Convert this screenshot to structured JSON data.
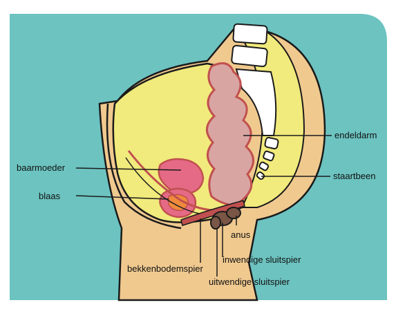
{
  "colors": {
    "background": "#6cc3c0",
    "skin": "#f0c98f",
    "fat": "#f1ea7c",
    "bone": "#ffffff",
    "intestine": "#d9a5a2",
    "organ_pink": "#e46a86",
    "muscle": "#c0504f",
    "anus": "#7a5646",
    "outline": "#1a1a1a"
  },
  "labels": {
    "endeldarm": "endeldarm",
    "baarmoeder": "baarmoeder",
    "staartbeen": "staartbeen",
    "blaas": "blaas",
    "anus": "anus",
    "inwendige_sluitspier": "inwendige sluitspier",
    "bekkenbodemspier": "bekkenbodemspier",
    "uitwendige_sluitspier": "uitwendige sluitspier"
  }
}
